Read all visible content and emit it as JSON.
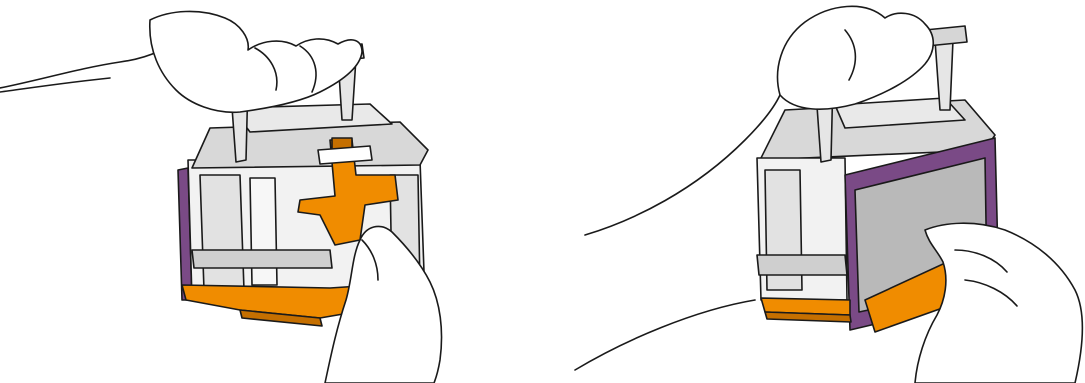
{
  "figure": {
    "panels": [
      {
        "id": "left",
        "step": "pull-orange-tab-with-thumb-while-holding-handles"
      },
      {
        "id": "right",
        "step": "lift-printhead-out-by-handles-while-pushing-cover"
      }
    ],
    "colors": {
      "outline": "#1a1a1a",
      "body_light": "#f2f2f2",
      "body_mid": "#d8d8d8",
      "body_dark": "#b4b4b4",
      "accent_orange": "#f08c00",
      "accent_orange_dark": "#c56f00",
      "accent_purple": "#7a4a86",
      "window_gray": "#b9b9b9",
      "skin": "#ffffff"
    }
  }
}
